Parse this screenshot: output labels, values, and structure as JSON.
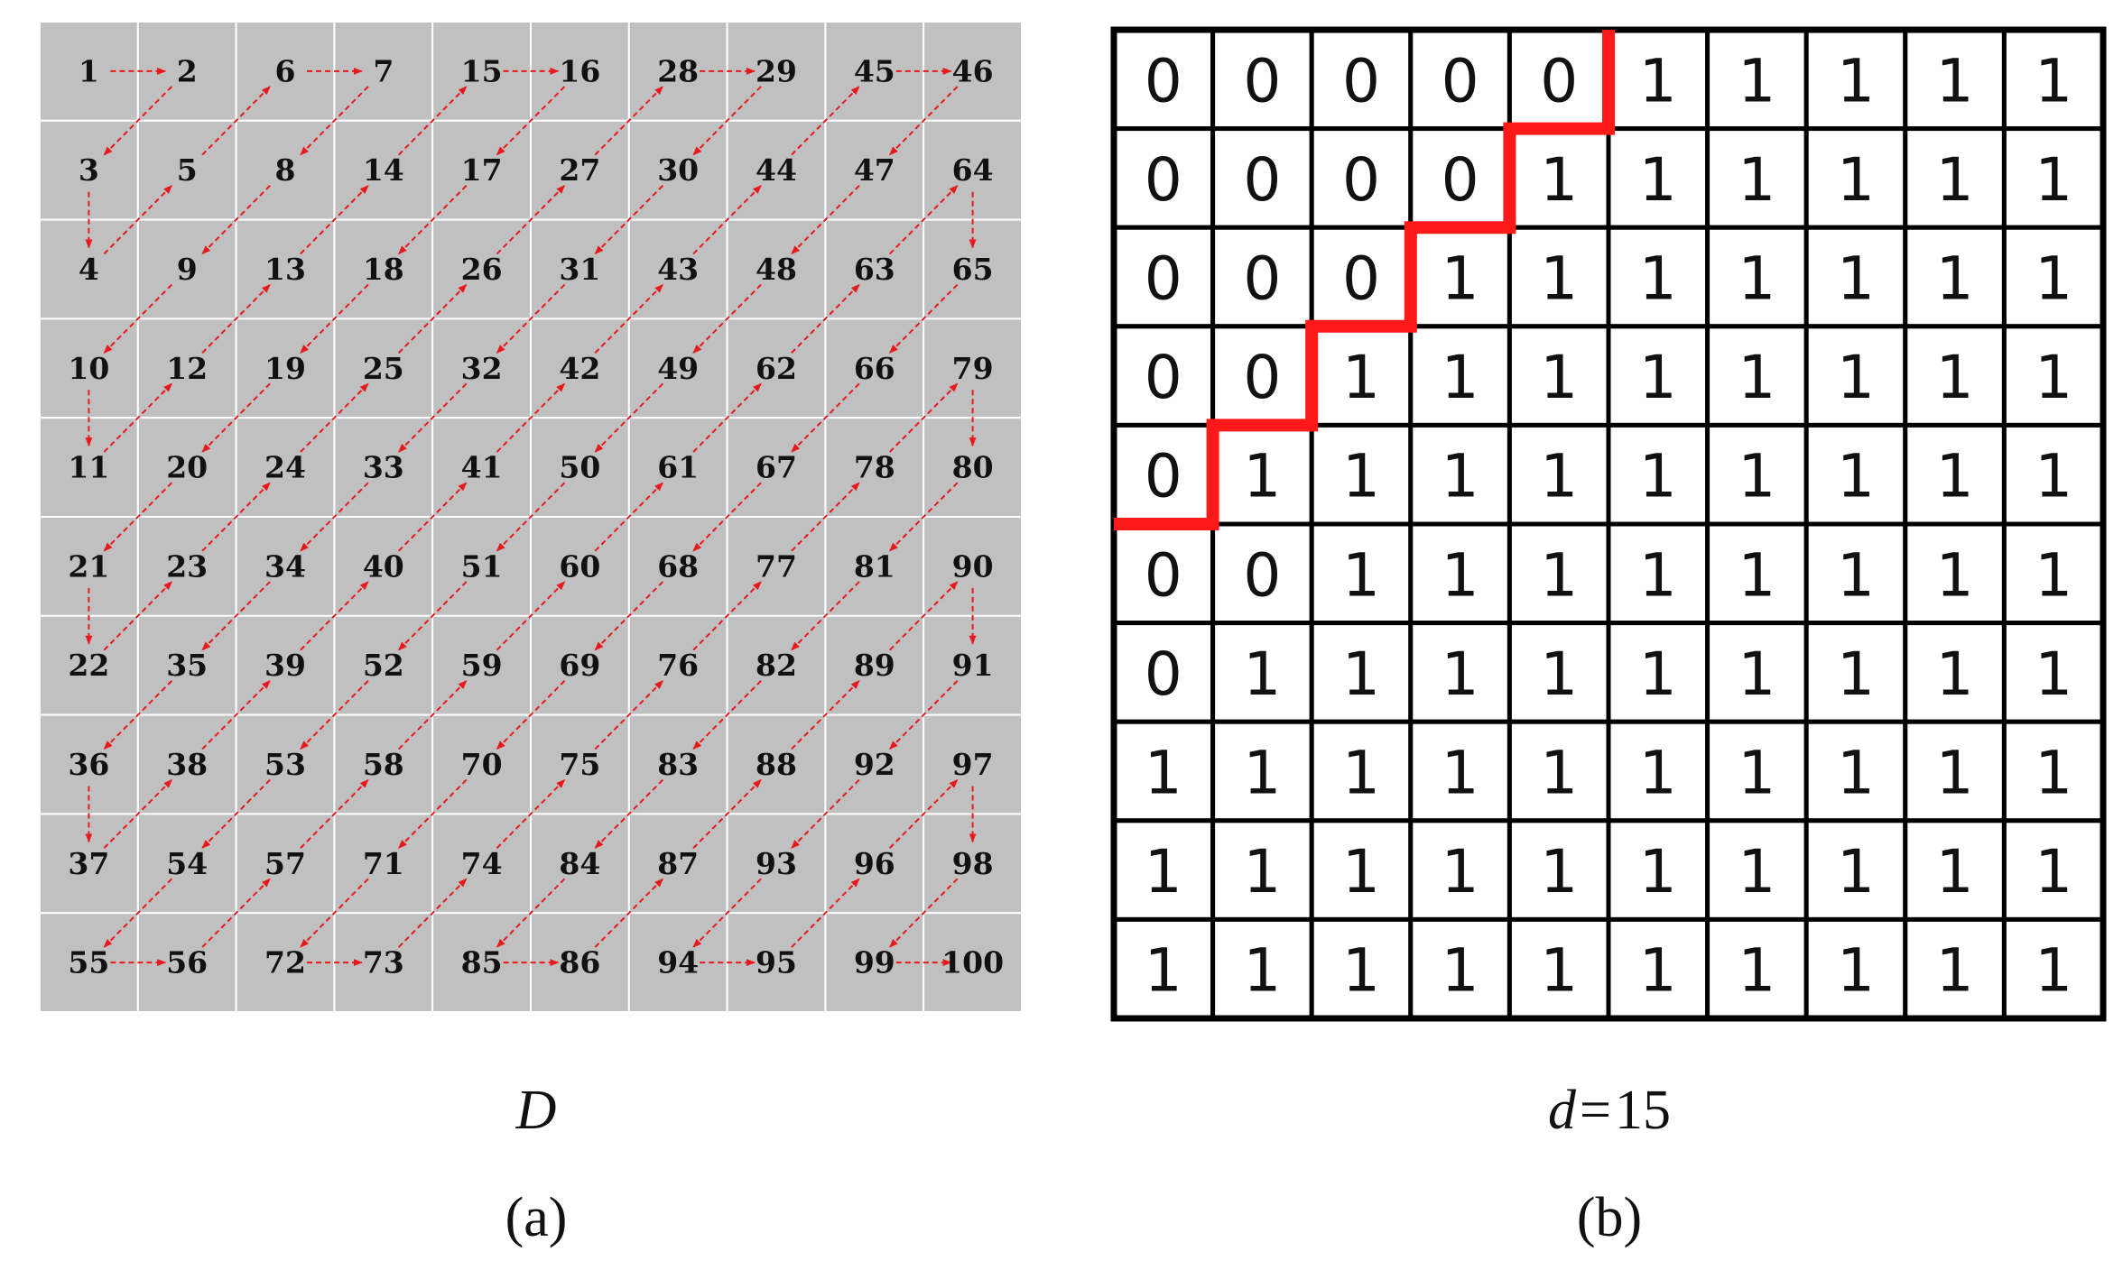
{
  "panel_a": {
    "matrix": [
      [
        1,
        2,
        6,
        7,
        15,
        16,
        28,
        29,
        45,
        46
      ],
      [
        3,
        5,
        8,
        14,
        17,
        27,
        30,
        44,
        47,
        64
      ],
      [
        4,
        9,
        13,
        18,
        26,
        31,
        43,
        48,
        63,
        65
      ],
      [
        10,
        12,
        19,
        25,
        32,
        42,
        49,
        62,
        66,
        79
      ],
      [
        11,
        20,
        24,
        33,
        41,
        50,
        61,
        67,
        78,
        80
      ],
      [
        21,
        23,
        34,
        40,
        51,
        60,
        68,
        77,
        81,
        90
      ],
      [
        22,
        35,
        39,
        52,
        59,
        69,
        76,
        82,
        89,
        91
      ],
      [
        36,
        38,
        53,
        58,
        70,
        75,
        83,
        88,
        92,
        97
      ],
      [
        37,
        54,
        57,
        71,
        74,
        84,
        87,
        93,
        96,
        98
      ],
      [
        55,
        56,
        72,
        73,
        85,
        86,
        94,
        95,
        99,
        100
      ]
    ],
    "symbol": "D",
    "caption": "(a)",
    "cell_color": "#c0c0c0",
    "arrow_color": "#e8191c"
  },
  "panel_b": {
    "matrix": [
      [
        0,
        0,
        0,
        0,
        0,
        1,
        1,
        1,
        1,
        1
      ],
      [
        0,
        0,
        0,
        0,
        1,
        1,
        1,
        1,
        1,
        1
      ],
      [
        0,
        0,
        0,
        1,
        1,
        1,
        1,
        1,
        1,
        1
      ],
      [
        0,
        0,
        1,
        1,
        1,
        1,
        1,
        1,
        1,
        1
      ],
      [
        0,
        1,
        1,
        1,
        1,
        1,
        1,
        1,
        1,
        1
      ],
      [
        0,
        0,
        1,
        1,
        1,
        1,
        1,
        1,
        1,
        1
      ],
      [
        0,
        1,
        1,
        1,
        1,
        1,
        1,
        1,
        1,
        1
      ],
      [
        1,
        1,
        1,
        1,
        1,
        1,
        1,
        1,
        1,
        1
      ],
      [
        1,
        1,
        1,
        1,
        1,
        1,
        1,
        1,
        1,
        1
      ],
      [
        1,
        1,
        1,
        1,
        1,
        1,
        1,
        1,
        1,
        1
      ]
    ],
    "boundary_path": [
      [
        0,
        5
      ],
      [
        1,
        5
      ],
      [
        1,
        4
      ],
      [
        2,
        4
      ],
      [
        2,
        3
      ],
      [
        3,
        3
      ],
      [
        3,
        2
      ],
      [
        4,
        2
      ],
      [
        4,
        1
      ],
      [
        5,
        1
      ],
      [
        5,
        0
      ]
    ],
    "label_var": "d",
    "label_eq": "=",
    "label_val": "15",
    "caption": "(b)",
    "boundary_color": "#ff1a1a"
  }
}
